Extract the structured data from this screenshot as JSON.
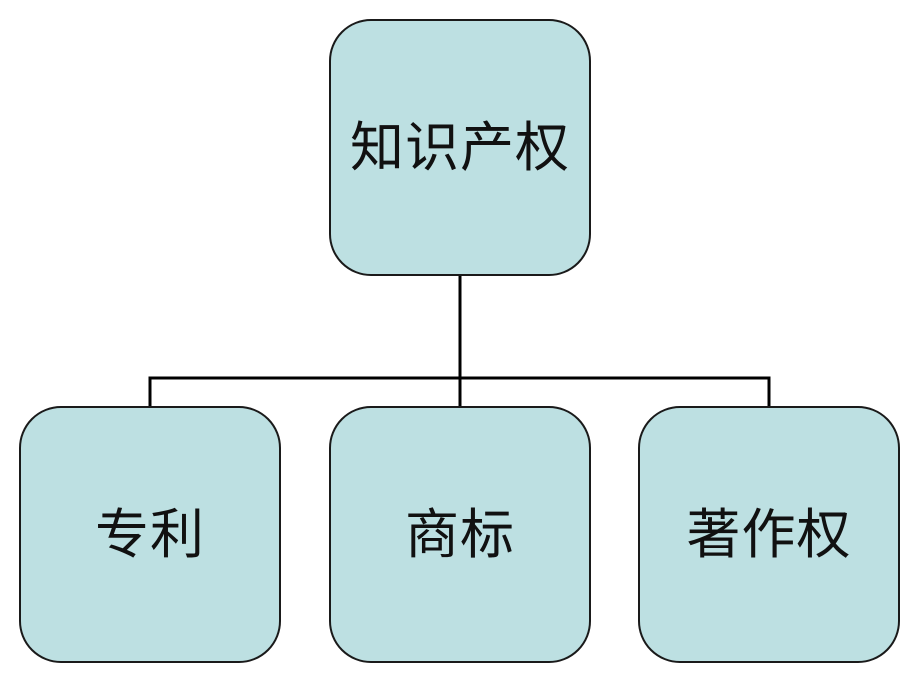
{
  "diagram": {
    "root": {
      "label": "知识产权"
    },
    "children": [
      {
        "label": "专利"
      },
      {
        "label": "商标"
      },
      {
        "label": "著作权"
      }
    ]
  },
  "colors": {
    "node_fill": "#bde0e2",
    "node_border": "#1a1a1a",
    "connector": "#000000",
    "text": "#111111"
  }
}
